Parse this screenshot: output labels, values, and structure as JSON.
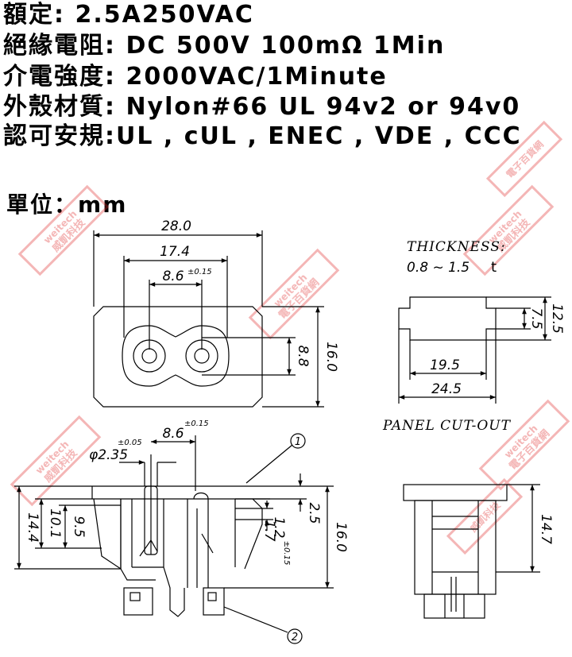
{
  "specs": [
    {
      "label": "額定: ",
      "value": "2.5A250VAC"
    },
    {
      "label": "絕緣電阻: ",
      "value": "DC 500V 100mΩ 1Min"
    },
    {
      "label": "介電強度: ",
      "value": "2000VAC/1Minute"
    },
    {
      "label": "外殼材質: ",
      "value": "Nylon#66 UL 94v2 or 94v0"
    },
    {
      "label": "認可安規:",
      "value": "UL , cUL , ENEC , VDE , CCC"
    }
  ],
  "unit": {
    "label": "單位：",
    "value": "mm"
  },
  "front_view": {
    "width": "28.0",
    "pin_span": "17.4",
    "hole_span": "8.6",
    "hole_tol": "±0.15",
    "height": "16.0",
    "inner_height": "8.8"
  },
  "thickness": {
    "label": "THICKNESS:",
    "range": "0.8 ~ 1.5",
    "unit": "t"
  },
  "panel_view": {
    "h_outer": "12.5",
    "h_inner": "7.5",
    "w_inner": "19.5",
    "w_outer": "24.5"
  },
  "panel_cutout": {
    "label": "PANEL CUT-OUT"
  },
  "section_view": {
    "pin_span": "8.6",
    "pin_tol": "±0.15",
    "pin_dia": "φ2.35",
    "pin_dia_tol": "±0.05",
    "h1": "14.4",
    "h2": "10.1",
    "h3": "9.5",
    "d1": "2.5",
    "d2": "1.2",
    "d3": "1.7",
    "d3_tol": "±0.15",
    "height": "16.0"
  },
  "callouts": [
    "1",
    "2"
  ],
  "side_view": {
    "height": "14.7"
  },
  "watermark": {
    "brand": "weitech",
    "cn_line1": "威凱科技",
    "cn_line2": "電子百貨網",
    "color": "#e03030"
  }
}
